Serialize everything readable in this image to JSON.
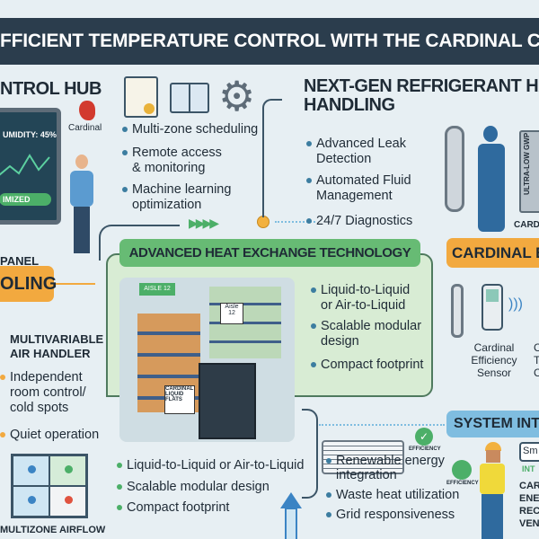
{
  "title": "FFICIENT TEMPERATURE CONTROL WITH THE CARDINAL C",
  "control_hub": {
    "heading": "NTROL HUB",
    "screen_reading": "UMIDITY: 45%",
    "screen_status": "IMIZED",
    "brand_label": "Cardinal",
    "panel_label": "PANEL",
    "bullets": [
      "Multi-zone scheduling",
      "Remote access",
      "& monitoring",
      "Machine learning",
      "optimization"
    ]
  },
  "refrigerant": {
    "heading_line1": "NEXT-GEN REFRIGERANT HAN",
    "heading_line2": "HANDLING",
    "unit_label": "ULTRA-LOW GWP",
    "unit_caption": "CARDI",
    "bullets": [
      "Advanced Leak",
      "Detection",
      "Automated Fluid",
      "Management",
      "24/7 Diagnostics"
    ]
  },
  "cooling": {
    "heading": "OLING",
    "bullets": [
      "MULTIVARIABLE",
      "AIR HANDLER",
      "Independent",
      "room control/",
      "cold spots",
      "Quiet operation"
    ],
    "diagram_label": "MULTIZONE AIRFLOW"
  },
  "heat_exchange": {
    "heading": "ADVANCED HEAT EXCHANGE TECHNOLOGY",
    "aisle_sign": "AISLE 12",
    "aisle_tag": "Aisle 12",
    "box_sign": "CARDINAL LIQUID FLATS",
    "side_bullets": [
      "Liquid-to-Liquid",
      "or Air-to-Liquid",
      "Scalable modular",
      "design",
      "Compact footprint"
    ],
    "bottom_bullets": [
      "Liquid-to-Liquid or Air-to-Liquid",
      "Scalable modular design",
      "Compact footprint"
    ]
  },
  "cardinal_eff": {
    "heading": "CARDINAL EF",
    "sensor_label": [
      "Cardinal",
      "Efficiency",
      "Sensor"
    ],
    "second_label": [
      "C",
      "T",
      "C"
    ]
  },
  "system_int": {
    "heading": "SYSTEM INTE",
    "badge1": "EFFICIENCY",
    "badge2": "EFFICIENCY",
    "screen_text": "Sm",
    "int_label": "INT",
    "bullets": [
      "Renewable energy",
      "integration",
      "Waste heat utilization",
      "Grid responsiveness"
    ],
    "side_text": [
      "CAR",
      "ENE",
      "REC",
      "VEN"
    ]
  },
  "colors": {
    "title_bg": "#2b3d4d",
    "green": "#5cb56e",
    "orange": "#f2a93f",
    "blue": "#7fbde0"
  }
}
